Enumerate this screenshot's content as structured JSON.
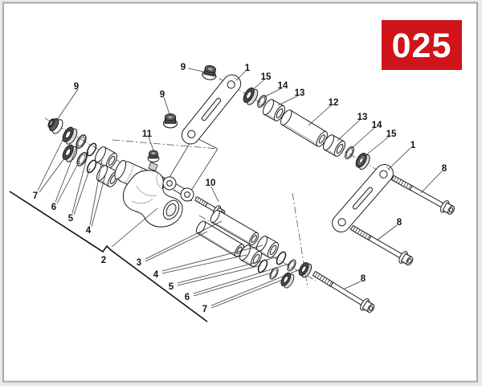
{
  "badge": {
    "text": "025"
  },
  "colors": {
    "badge_red": "#d01419",
    "badge_text": "#ffffff",
    "outline": "#1d1d1d",
    "dark_part": "#4a4a4a",
    "frame_border": "#a8a8a8",
    "page_bg": "#ffffff",
    "canvas_bg": "#e9e9e9"
  },
  "diagram": {
    "callouts": [
      {
        "id": "c9a",
        "text": "9"
      },
      {
        "id": "c9b",
        "text": "9"
      },
      {
        "id": "c9c",
        "text": "9"
      },
      {
        "id": "c11",
        "text": "11"
      },
      {
        "id": "c1a",
        "text": "1"
      },
      {
        "id": "c15a",
        "text": "15"
      },
      {
        "id": "c14a",
        "text": "14"
      },
      {
        "id": "c13a",
        "text": "13"
      },
      {
        "id": "c12",
        "text": "12"
      },
      {
        "id": "c13b",
        "text": "13"
      },
      {
        "id": "c14b",
        "text": "14"
      },
      {
        "id": "c15b",
        "text": "15"
      },
      {
        "id": "c1b",
        "text": "1"
      },
      {
        "id": "c8a",
        "text": "8"
      },
      {
        "id": "c8b",
        "text": "8"
      },
      {
        "id": "c8c",
        "text": "8"
      },
      {
        "id": "c10",
        "text": "10"
      },
      {
        "id": "c2",
        "text": "2"
      },
      {
        "id": "c7l",
        "text": "7"
      },
      {
        "id": "c6l",
        "text": "6"
      },
      {
        "id": "c5l",
        "text": "5"
      },
      {
        "id": "c4l",
        "text": "4"
      },
      {
        "id": "c3",
        "text": "3"
      },
      {
        "id": "c4r",
        "text": "4"
      },
      {
        "id": "c5r",
        "text": "5"
      },
      {
        "id": "c6r",
        "text": "6"
      },
      {
        "id": "c7r",
        "text": "7"
      }
    ]
  }
}
